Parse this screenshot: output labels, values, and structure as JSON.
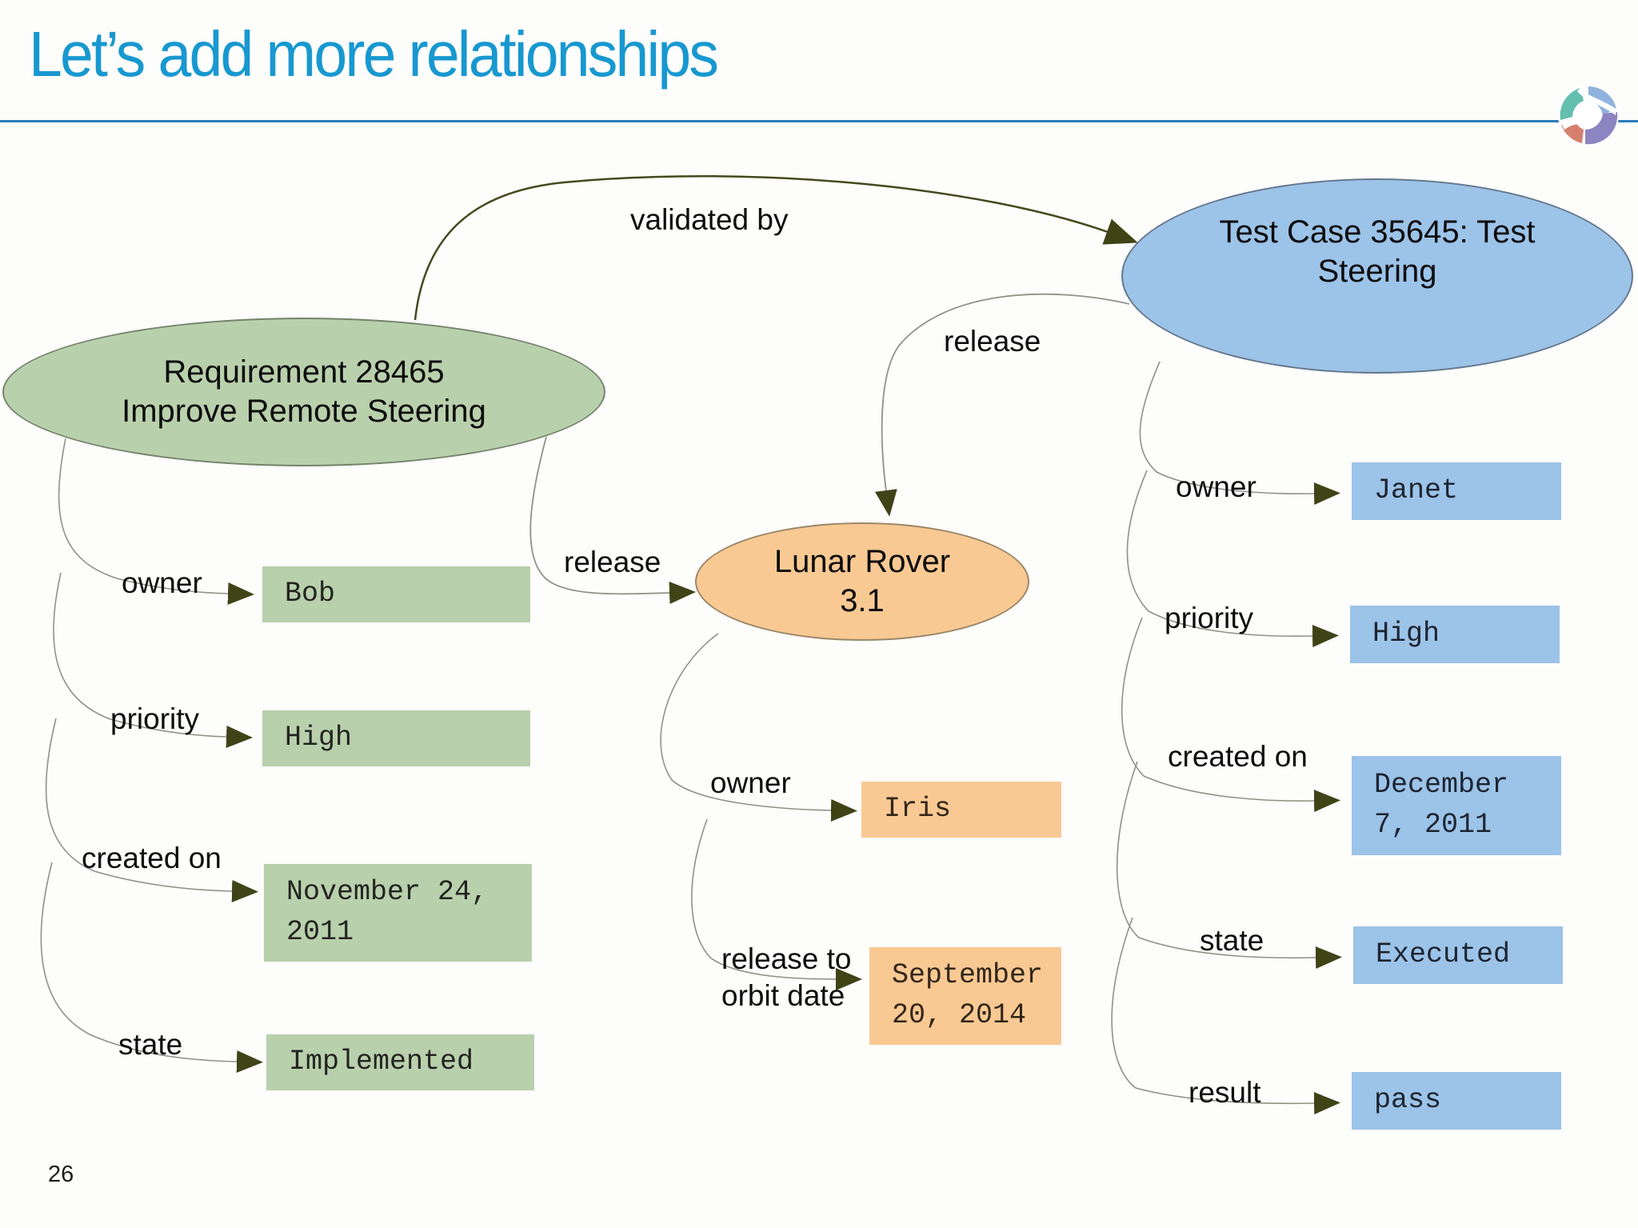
{
  "slide": {
    "title": "Let’s add more relationships",
    "page_number": "26"
  },
  "colors": {
    "title_text": "#1898d0",
    "header_rule": "#2b7cba",
    "requirement_fill": "#b9d0ac",
    "test_case_fill": "#9cc3e8",
    "release_fill": "#f9c993",
    "arrowhead": "#3f4417",
    "connector_line": "#8f9287",
    "validated_by_line": "#45491d"
  },
  "diagram": {
    "nodes": {
      "requirement": {
        "label": "Requirement 28465\nImprove Remote Steering"
      },
      "test_case": {
        "label": "Test Case 35645: Test\nSteering"
      },
      "release": {
        "label": "Lunar Rover\n3.1"
      }
    },
    "edges": [
      {
        "id": "validated-by",
        "from": "requirement",
        "to": "test_case",
        "label": "validated by"
      },
      {
        "id": "release-from-requirement",
        "from": "requirement",
        "to": "release",
        "label": "release"
      },
      {
        "id": "release-from-test-case",
        "from": "test_case",
        "to": "release",
        "label": "release"
      }
    ],
    "properties": {
      "requirement": [
        {
          "label": "owner",
          "value": "Bob"
        },
        {
          "label": "priority",
          "value": "High"
        },
        {
          "label": "created on",
          "value": "November 24, 2011"
        },
        {
          "label": "state",
          "value": "Implemented"
        }
      ],
      "release": [
        {
          "label": "owner",
          "value": "Iris"
        },
        {
          "label": "release to orbit date",
          "value": "September 20, 2014"
        }
      ],
      "test_case": [
        {
          "label": "owner",
          "value": "Janet"
        },
        {
          "label": "priority",
          "value": "High"
        },
        {
          "label": "created on",
          "value": "December 7, 2011"
        },
        {
          "label": "state",
          "value": "Executed"
        },
        {
          "label": "result",
          "value": "pass"
        }
      ]
    }
  }
}
